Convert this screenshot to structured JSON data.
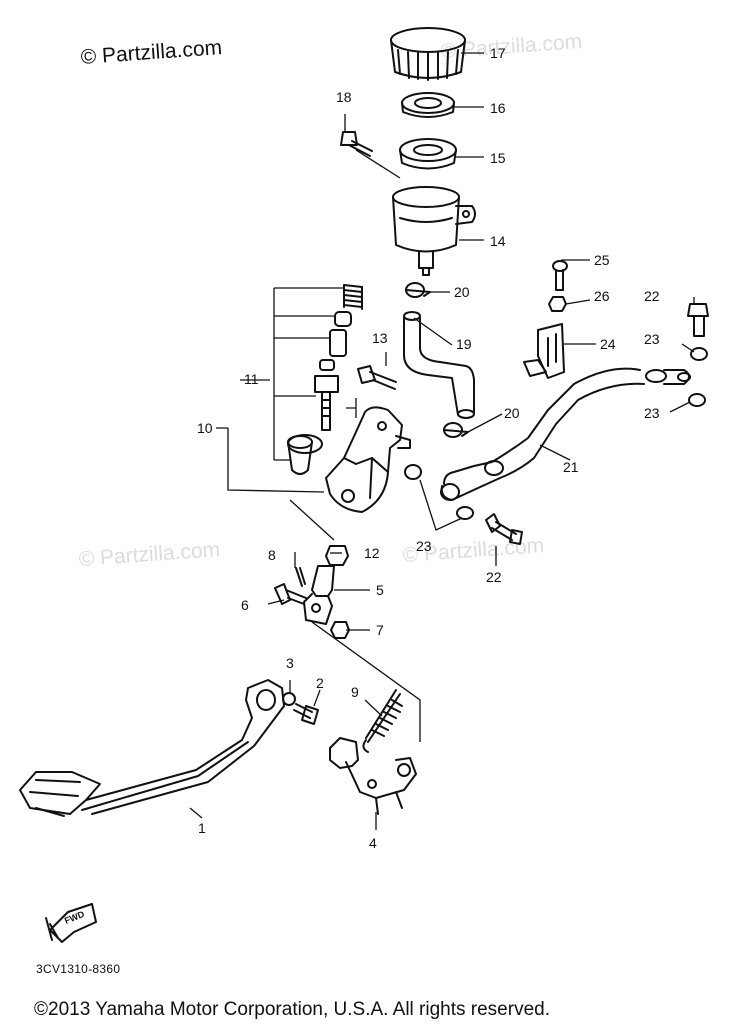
{
  "watermark": {
    "main": "© Partzilla.com",
    "faint": "© Partzilla.com"
  },
  "diagram": {
    "code": "3CV1310-8360",
    "fwd_label": "FWD",
    "callouts": [
      "1",
      "2",
      "3",
      "4",
      "5",
      "6",
      "7",
      "8",
      "9",
      "10",
      "11",
      "12",
      "13",
      "14",
      "15",
      "16",
      "17",
      "18",
      "19",
      "20",
      "20",
      "21",
      "22",
      "22",
      "23",
      "23",
      "23",
      "24",
      "25",
      "26"
    ]
  },
  "footer": {
    "copyright": "©2013  Yamaha Motor Corporation, U.S.A. All rights reserved."
  }
}
